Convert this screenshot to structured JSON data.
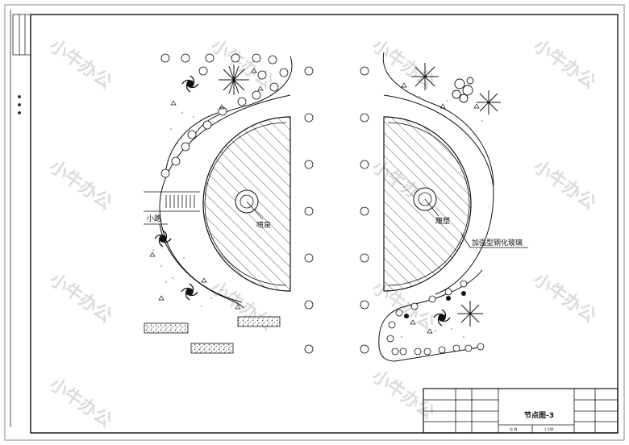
{
  "labels": {
    "fountain": "喷泉",
    "path": "小路",
    "sculpture": "雕塑",
    "glass": "加强型钢化玻璃"
  },
  "title_block": {
    "drawing_title": "节点图-3",
    "scale_label": "比 例",
    "scale_value": "1:100"
  },
  "watermark": {
    "text": "小牛办公"
  },
  "colors": {
    "line": "#1a1a1a",
    "watermark": "#d9d9d9",
    "paper": "#ffffff"
  }
}
